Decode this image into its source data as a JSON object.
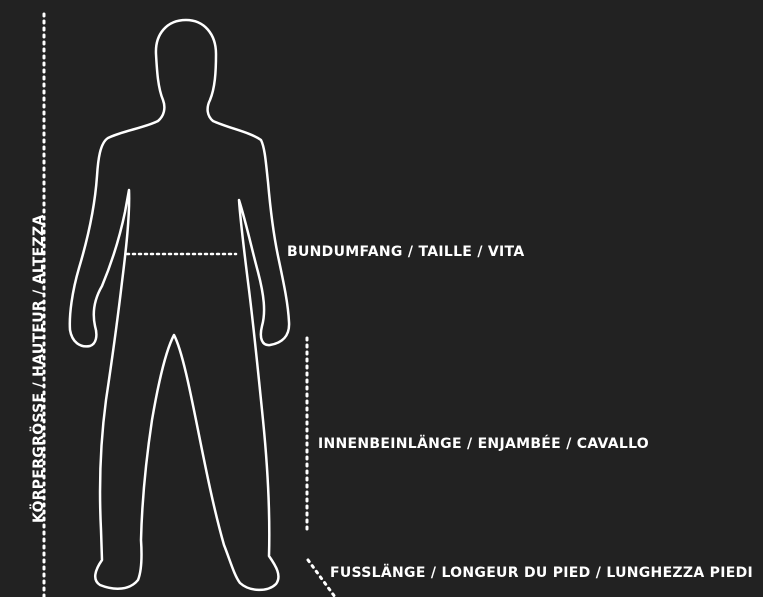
{
  "labels": {
    "height": "KÖRPERGRÖSSE / HAUTEUR / ALTEZZA",
    "waist": "BUNDUMFANG / TAILLE / VITA",
    "inseam": "INNENBEINLÄNGE / ENJAMBÉE / CAVALLO",
    "foot": "FUSSLÄNGE / LONGEUR DU PIED / LUNGHEZZA PIEDI"
  },
  "colors": {
    "background": "#222222",
    "line": "#ffffff"
  }
}
